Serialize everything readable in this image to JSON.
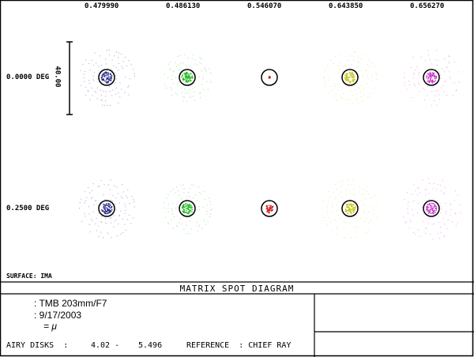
{
  "chart_data": {
    "type": "scatter",
    "title": "MATRIX SPOT DIAGRAM",
    "wavelengths": [
      "0.479990",
      "0.486130",
      "0.546070",
      "0.643850",
      "0.656270"
    ],
    "fields": [
      "0.0000 DEG",
      "0.2500 DEG"
    ],
    "scale_bar_label": "40.00",
    "surface_label": "SURFACE: IMA",
    "colors": [
      "#2a2a8a",
      "#22bb22",
      "#cc1111",
      "#c8c820",
      "#cc33cc"
    ],
    "halo_radius_relative": [
      [
        1.0,
        0.85,
        0.0,
        0.95,
        1.0
      ],
      [
        1.0,
        0.85,
        0.0,
        1.0,
        1.05
      ]
    ],
    "airy_disk": true
  },
  "info": {
    "line1": ": TMB 203mm/F7",
    "line2": ": 9/17/2003",
    "line3": "= μ",
    "airy_label": "AIRY DISKS  :",
    "airy_min": "4.02 -",
    "airy_max": "5.496",
    "reference": "REFERENCE  : CHIEF RAY"
  }
}
